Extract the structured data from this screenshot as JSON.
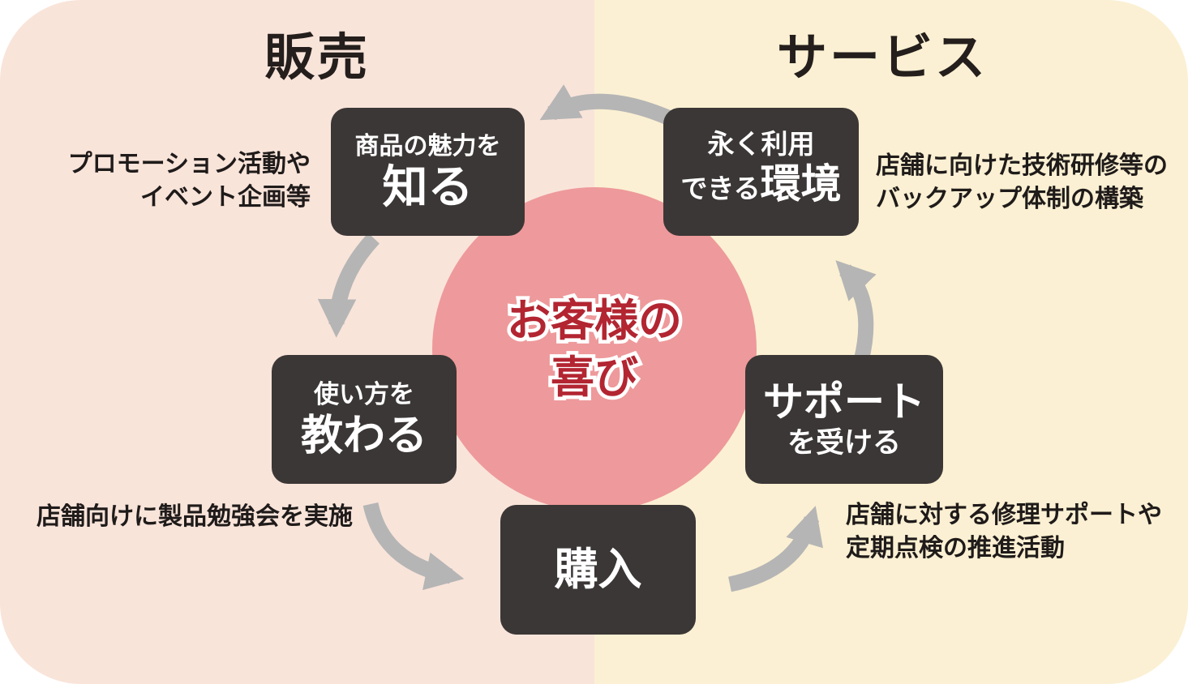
{
  "colors": {
    "left_bg": "#f9e4da",
    "right_bg": "#fbf0d3",
    "circle": "#ee999b",
    "center_text": "#b22531",
    "box_bg": "#3b3736",
    "box_text": "#ffffff",
    "arrow": "#b5b5b5",
    "heading_text": "#241e1c"
  },
  "headers": {
    "left": "販売",
    "right": "サービス"
  },
  "center": {
    "line1": "お客様の",
    "line2": "喜び"
  },
  "cycle": {
    "know": {
      "line1": "商品の魅力を",
      "line2": "知る"
    },
    "learn": {
      "line1": "使い方を",
      "line2": "教わる"
    },
    "buy": {
      "label": "購入"
    },
    "support": {
      "line1": "サポート",
      "line2": "を受ける"
    },
    "environment": {
      "line1": "永く利用",
      "line2_small": "できる",
      "line2_large": "環境"
    }
  },
  "notes": {
    "promotion": {
      "line1": "プロモーション活動や",
      "line2": "イベント企画等"
    },
    "study": {
      "line1": "店舗向けに製品勉強会を実施"
    },
    "backup": {
      "line1": "店舗に向けた技術研修等の",
      "line2": "バックアップ体制の構築"
    },
    "repair": {
      "line1": "店舗に対する修理サポートや",
      "line2": "定期点検の推進活動"
    }
  }
}
